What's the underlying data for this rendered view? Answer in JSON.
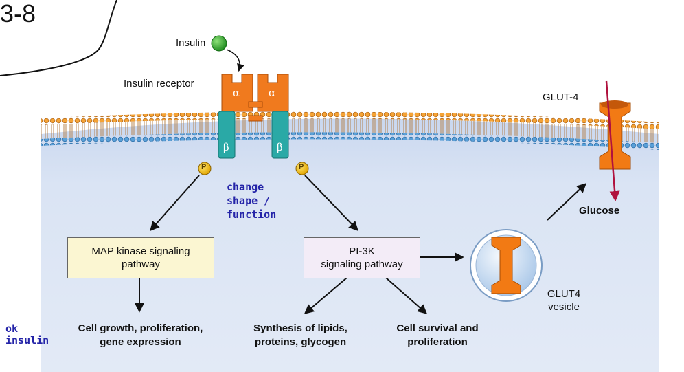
{
  "corner_label": "3-8",
  "labels": {
    "insulin": "Insulin",
    "insulin_receptor": "Insulin receptor",
    "alpha": "α",
    "beta": "β",
    "phospho": "P",
    "glut4_membrane": "GLUT-4",
    "glucose": "Glucose",
    "glut4_vesicle": "GLUT4\nvesicle"
  },
  "boxes": {
    "map_kinase": "MAP kinase signaling\npathway",
    "pi3k": "PI-3K\nsignaling pathway"
  },
  "outcomes": {
    "cell_growth": "Cell growth, proliferation,\ngene expression",
    "synthesis": "Synthesis of lipids,\nproteins, glycogen",
    "cell_survival": "Cell survival and\nproliferation"
  },
  "handwritten": {
    "change_shape": "change\nshape /\nfunction",
    "ok_insulin": "ok\ninsulin"
  },
  "colors": {
    "receptor_orange": "#f07a1e",
    "beta_teal": "#2aa9a6",
    "glut_orange": "#f27a14",
    "glucose_arrow": "#b0123e",
    "cytoplasm": "#dde6f5",
    "map_box": "#fbf6d2",
    "pi3k_box": "#f3ecf7",
    "handwriting": "#2424a8"
  }
}
